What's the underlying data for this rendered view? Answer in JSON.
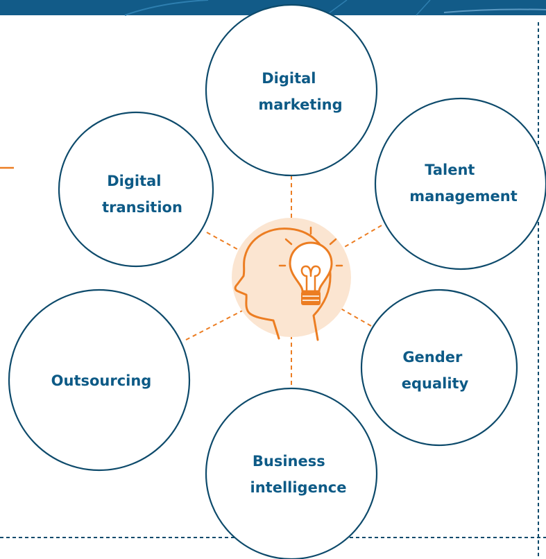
{
  "colors": {
    "banner": "#125b88",
    "banner_light": "#2e7fb0",
    "circle_stroke": "#0d4a6b",
    "label": "#0d5a86",
    "accent": "#ec7d22",
    "halo": "#fbe5d1",
    "dashed_border": "#0d4a6b"
  },
  "center": {
    "icon": "head-lightbulb-icon"
  },
  "topics": [
    {
      "id": "digital-marketing",
      "lines": [
        "Digital",
        "marketing"
      ]
    },
    {
      "id": "talent-management",
      "lines": [
        "Talent",
        "management"
      ]
    },
    {
      "id": "gender-equality",
      "lines": [
        "Gender",
        "equality"
      ]
    },
    {
      "id": "business-intelligence",
      "lines": [
        "Business",
        "intelligence"
      ]
    },
    {
      "id": "outsourcing",
      "lines": [
        "Outsourcing"
      ]
    },
    {
      "id": "digital-transition",
      "lines": [
        "Digital",
        "transition"
      ]
    }
  ]
}
